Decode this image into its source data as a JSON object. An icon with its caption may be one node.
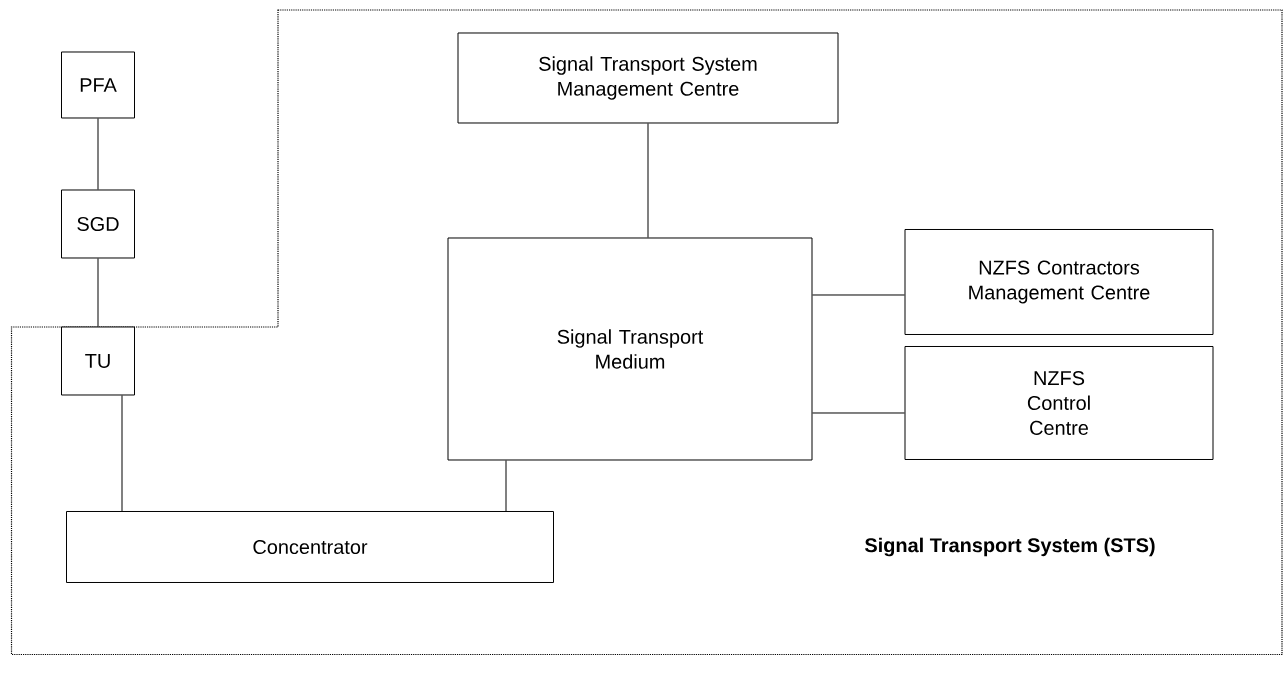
{
  "diagram": {
    "nodes": [
      {
        "text": [
          "Signal Transport System (STS)"
        ]
      },
      {
        "text": [
          "PFA"
        ]
      },
      {
        "text": [
          "SGD"
        ]
      },
      {
        "text": [
          "Signal Transport System Management Centre"
        ],
        "in": 0
      },
      {
        "text": [
          "Signal Transport Medium"
        ],
        "in": 0
      },
      {
        "text": [
          "NZFS Contractors Management Centre"
        ],
        "in": 0
      },
      {
        "text": [
          "TU"
        ],
        "in": 0
      },
      {
        "text": [
          "NZFS Control Centre"
        ],
        "in": 0
      },
      {
        "text": [
          "Concentrator"
        ],
        "in": 0
      }
    ],
    "edges": [
      {
        "from": 1,
        "to": 2,
        "arrow": "none"
      },
      {
        "from": 2,
        "to": 6,
        "arrow": "none"
      },
      {
        "from": 3,
        "to": 4,
        "arrow": "none"
      },
      {
        "from": 4,
        "to": 5,
        "arrow": "none"
      },
      {
        "from": 4,
        "to": 7,
        "arrow": "none"
      },
      {
        "from": 6,
        "to": 8,
        "arrow": "none"
      },
      {
        "from": 4,
        "to": 8,
        "arrow": "none"
      }
    ]
  }
}
